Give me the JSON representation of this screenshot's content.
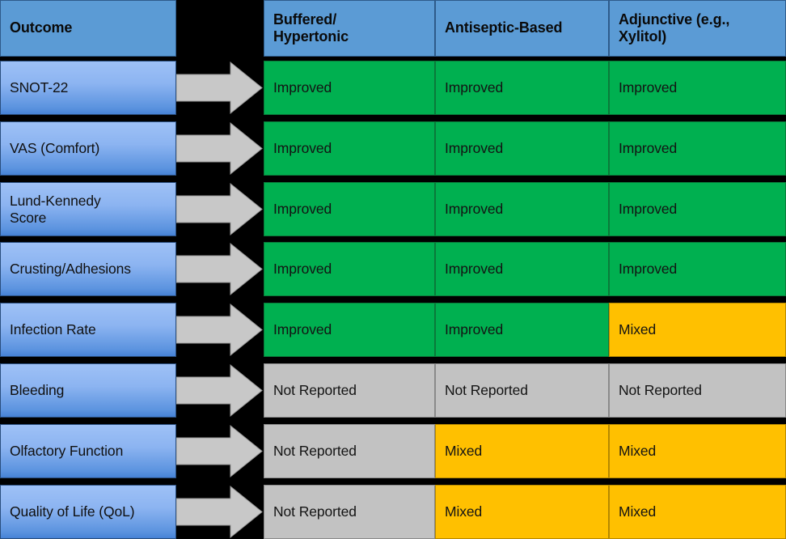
{
  "figure": {
    "background_color": "#000000",
    "type": "comparison-matrix"
  },
  "palette": {
    "header_blue": "#5B9BD5",
    "row_label_blue_light": "#9EC1F6",
    "row_label_blue_dark": "#4682D6",
    "improved_green": "#00B050",
    "mixed_yellow": "#FFC000",
    "not_reported_gray": "#C2C2C2",
    "arrow_gray": "#C8C8C8",
    "text_black": "#101010"
  },
  "table": {
    "headers": [
      "Outcome",
      "Buffered/\nHypertonic",
      "Antiseptic-Based",
      "Adjunctive (e.g.,\nXylitol)"
    ],
    "rows": [
      {
        "outcome": "SNOT-22",
        "arrow": "right-arrow-icon",
        "values": [
          {
            "text": "Improved",
            "status": "improved"
          },
          {
            "text": "Improved",
            "status": "improved"
          },
          {
            "text": "Improved",
            "status": "improved"
          }
        ]
      },
      {
        "outcome": "VAS (Comfort)",
        "arrow": "right-arrow-icon",
        "values": [
          {
            "text": "Improved",
            "status": "improved"
          },
          {
            "text": "Improved",
            "status": "improved"
          },
          {
            "text": "Improved",
            "status": "improved"
          }
        ]
      },
      {
        "outcome": "Lund-Kennedy\nScore",
        "arrow": "right-arrow-icon",
        "values": [
          {
            "text": "Improved",
            "status": "improved"
          },
          {
            "text": "Improved",
            "status": "improved"
          },
          {
            "text": "Improved",
            "status": "improved"
          }
        ]
      },
      {
        "outcome": "Crusting/Adhesions",
        "arrow": "right-arrow-icon",
        "values": [
          {
            "text": "Improved",
            "status": "improved"
          },
          {
            "text": "Improved",
            "status": "improved"
          },
          {
            "text": "Improved",
            "status": "improved"
          }
        ]
      },
      {
        "outcome": "Infection Rate",
        "arrow": "right-arrow-icon",
        "values": [
          {
            "text": "Improved",
            "status": "improved"
          },
          {
            "text": "Improved",
            "status": "improved"
          },
          {
            "text": "Mixed",
            "status": "mixed"
          }
        ]
      },
      {
        "outcome": "Bleeding",
        "arrow": "right-arrow-icon",
        "values": [
          {
            "text": "Not Reported",
            "status": "notreported"
          },
          {
            "text": "Not Reported",
            "status": "notreported"
          },
          {
            "text": "Not Reported",
            "status": "notreported"
          }
        ]
      },
      {
        "outcome": "Olfactory Function",
        "arrow": "right-arrow-icon",
        "values": [
          {
            "text": "Not Reported",
            "status": "notreported"
          },
          {
            "text": "Mixed",
            "status": "mixed"
          },
          {
            "text": "Mixed",
            "status": "mixed"
          }
        ]
      },
      {
        "outcome": "Quality of Life (QoL)",
        "arrow": "right-arrow-icon",
        "values": [
          {
            "text": "Not Reported",
            "status": "notreported"
          },
          {
            "text": "Mixed",
            "status": "mixed"
          },
          {
            "text": "Mixed",
            "status": "mixed"
          }
        ]
      }
    ]
  }
}
